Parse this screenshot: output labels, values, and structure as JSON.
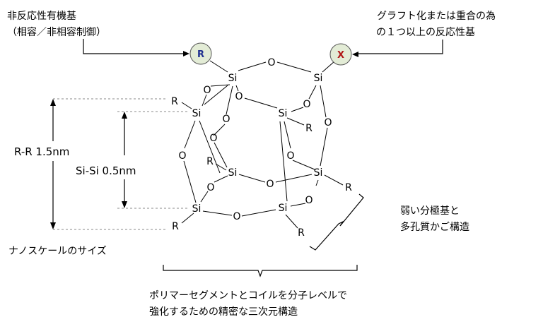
{
  "labels": {
    "top_left_line1": "非反応性有機基",
    "top_left_line2": "（相容／非相容制御）",
    "top_right_line1": "グラフト化または重合の為",
    "top_right_line2": "の１つ以上の反応性基",
    "rr_label": "R-R  1.5nm",
    "sisi_label": "Si-Si  0.5nm",
    "nano_label": "ナノスケールのサイズ",
    "right_line1": "弱い分極基と",
    "right_line2": "多孔質かご構造",
    "bottom_line1": "ポリマーセグメントとコイルを分子レベルで",
    "bottom_line2": "強化するための精密な三次元構造"
  },
  "atoms": {
    "si": "Si",
    "o": "O",
    "r": "R",
    "circle_r": "R",
    "circle_x": "X"
  },
  "colors": {
    "circle_fill": "#e3ecd6",
    "circle_r_text": "#1f2f8f",
    "circle_x_text": "#b01818"
  }
}
